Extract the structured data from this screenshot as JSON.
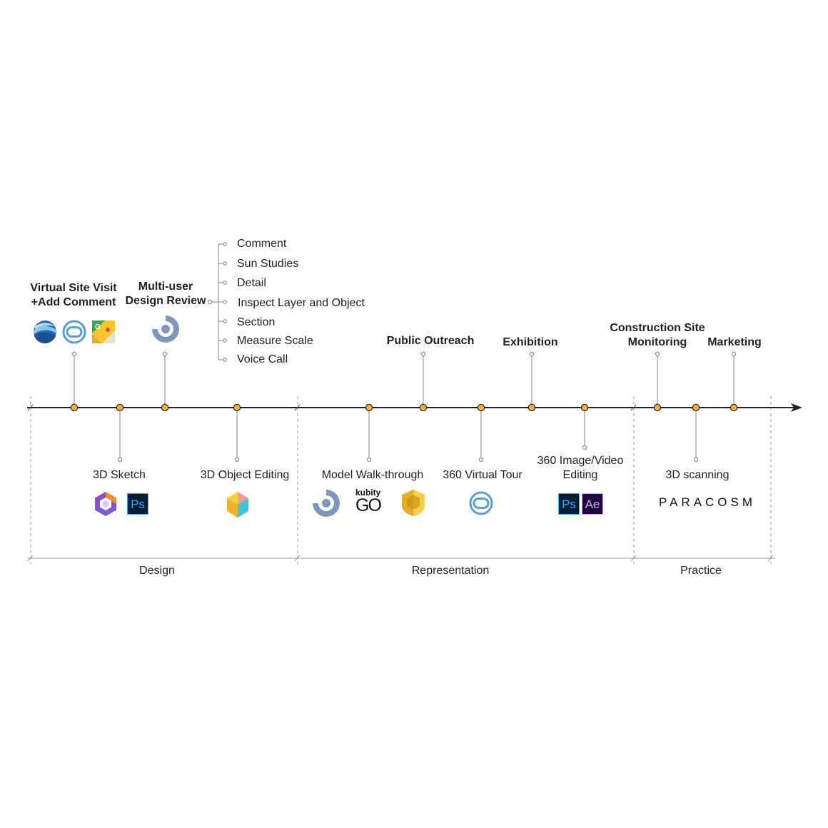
{
  "timeline": {
    "above_events": [
      {
        "label_lines": [
          "Virtual Site Visit",
          "+Add Comment"
        ],
        "icons": [
          "google-earth-icon",
          "vr-viewer-icon",
          "google-street-view-icon"
        ]
      },
      {
        "label_lines": [
          "Multi-user",
          "Design Review"
        ],
        "icons": [
          "irisvr-prospect-icon"
        ]
      },
      {
        "label_lines": [
          "Public Outreach"
        ]
      },
      {
        "label_lines": [
          "Exhibition"
        ]
      },
      {
        "label_lines": [
          "Construction Site",
          "Monitoring"
        ]
      },
      {
        "label_lines": [
          "Marketing"
        ]
      }
    ],
    "below_events": [
      {
        "label_lines": [
          "3D Sketch"
        ],
        "icons": [
          "gravity-sketch-icon",
          "photoshop-icon"
        ]
      },
      {
        "label_lines": [
          "3D Object Editing"
        ],
        "icons": [
          "cube-editor-icon"
        ]
      },
      {
        "label_lines": [
          "Model Walk-through"
        ],
        "icons": [
          "irisvr-prospect-icon",
          "kubity-go-icon",
          "enscape-icon"
        ]
      },
      {
        "label_lines": [
          "360 Virtual Tour"
        ],
        "icons": [
          "vr-viewer-icon"
        ]
      },
      {
        "label_lines": [
          "360 Image/Video",
          "Editing"
        ],
        "icons": [
          "photoshop-icon",
          "after-effects-icon"
        ]
      },
      {
        "label_lines": [
          "3D scanning"
        ],
        "icons": [
          "paracosm-logo"
        ]
      }
    ],
    "review_features": [
      "Comment",
      "Sun Studies",
      "Detail",
      "Inspect Layer and Object",
      "Section",
      "Measure Scale",
      "Voice Call"
    ],
    "phases": [
      "Design",
      "Representation",
      "Practice"
    ]
  },
  "logos": {
    "photoshop": "Ps",
    "after_effects": "Ae",
    "kubity_small": "kubity",
    "kubity_go": "GO",
    "paracosm": "PARACOSM"
  },
  "colors": {
    "node_fill": "#f6b042",
    "line": "#231f20",
    "connector": "#808080",
    "phase_divider": "#9a9a9a"
  }
}
